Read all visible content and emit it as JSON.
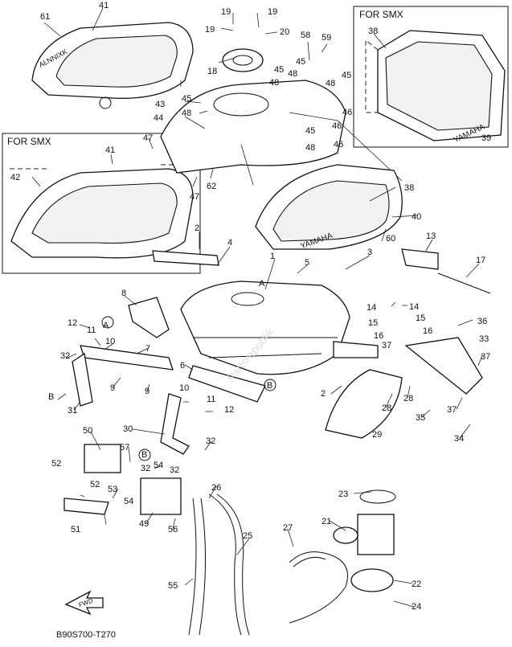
{
  "boxes": {
    "smx_top_right": "FOR SMX",
    "smx_left": "FOR SMX"
  },
  "footer": {
    "code": "B90S700-T270"
  },
  "fwd_label": "FWD",
  "brand_marks": [
    "YAMAHA",
    "YAMAHA"
  ],
  "watermark": "Partsrepublik",
  "callouts": [
    "61",
    "41",
    "19",
    "19",
    "19",
    "20",
    "58",
    "59",
    "38",
    "18",
    "45",
    "45",
    "45",
    "48",
    "48",
    "48",
    "43",
    "45",
    "48",
    "44",
    "47",
    "47",
    "62",
    "46",
    "46",
    "45",
    "48",
    "46",
    "39",
    "41",
    "42",
    "38",
    "40",
    "60",
    "2",
    "4",
    "1",
    "5",
    "3",
    "13",
    "17",
    "14",
    "14",
    "15",
    "15",
    "16",
    "16",
    "37",
    "36",
    "33",
    "37",
    "8",
    "A",
    "A",
    "12",
    "11",
    "10",
    "7",
    "32",
    "9",
    "9",
    "6",
    "B",
    "B",
    "10",
    "11",
    "12",
    "2",
    "28",
    "28",
    "32",
    "31",
    "30",
    "29",
    "35",
    "37",
    "34",
    "32",
    "50",
    "57",
    "B",
    "54",
    "52",
    "52",
    "53",
    "54",
    "32",
    "51",
    "49",
    "56",
    "26",
    "23",
    "21",
    "27",
    "25",
    "55",
    "22",
    "24"
  ]
}
